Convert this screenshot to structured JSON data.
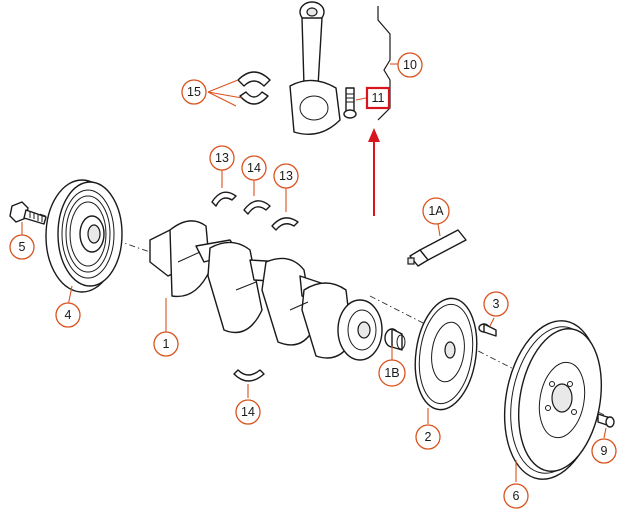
{
  "callouts": [
    {
      "id": "c15",
      "label": "15"
    },
    {
      "id": "c10",
      "label": "10"
    },
    {
      "id": "c11",
      "label": "11"
    },
    {
      "id": "c13a",
      "label": "13"
    },
    {
      "id": "c14a",
      "label": "14"
    },
    {
      "id": "c13b",
      "label": "13"
    },
    {
      "id": "c1A",
      "label": "1A"
    },
    {
      "id": "c5",
      "label": "5"
    },
    {
      "id": "c4",
      "label": "4"
    },
    {
      "id": "c1",
      "label": "1"
    },
    {
      "id": "c3",
      "label": "3"
    },
    {
      "id": "c1B",
      "label": "1B"
    },
    {
      "id": "c14b",
      "label": "14"
    },
    {
      "id": "c2",
      "label": "2"
    },
    {
      "id": "c9",
      "label": "9"
    },
    {
      "id": "c6",
      "label": "6"
    }
  ],
  "highlight": {
    "label": "11",
    "color": "#d8141e"
  },
  "colors": {
    "callout": "#d9531e",
    "highlight": "#d8141e",
    "line": "#1a1a1a"
  }
}
